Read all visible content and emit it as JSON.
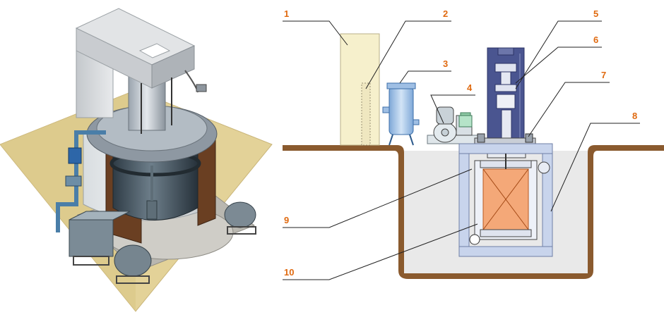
{
  "colors": {
    "label_orange": "#e06a10",
    "leader_line": "#222222",
    "ground_brown": "#8a5a2e",
    "pit_grey": "#e4e4e4",
    "column_navy": "#4a5590",
    "frame_blue": "#c8d4ec",
    "retort_orange": "#f4a878",
    "cabinet_cream": "#f6f0cc",
    "filter_blue": "#a9c8ec",
    "iso_floor_tan": "#e0cf93"
  },
  "callouts": [
    {
      "id": "1",
      "text": "1"
    },
    {
      "id": "2",
      "text": "2"
    },
    {
      "id": "3",
      "text": "3"
    },
    {
      "id": "4",
      "text": "4"
    },
    {
      "id": "5",
      "text": "5"
    },
    {
      "id": "6",
      "text": "6"
    },
    {
      "id": "7",
      "text": "7"
    },
    {
      "id": "8",
      "text": "8"
    },
    {
      "id": "9",
      "text": "9"
    },
    {
      "id": "10",
      "text": "10"
    }
  ]
}
